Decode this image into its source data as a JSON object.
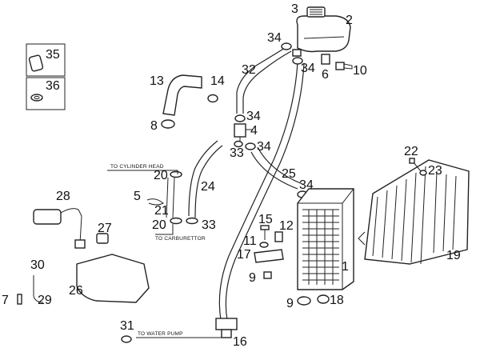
{
  "part_numbers": {
    "p1": "1",
    "p2": "2",
    "p3": "3",
    "p4": "4",
    "p5": "5",
    "p6": "6",
    "p7": "7",
    "p8": "8",
    "p9a": "9",
    "p9b": "9",
    "p10": "10",
    "p11": "11",
    "p12": "12",
    "p13": "13",
    "p14": "14",
    "p15": "15",
    "p16": "16",
    "p17": "17",
    "p18": "18",
    "p19": "19",
    "p20a": "20",
    "p20b": "20",
    "p21": "21",
    "p22": "22",
    "p23": "23",
    "p24": "24",
    "p25": "25",
    "p26": "26",
    "p27": "27",
    "p28": "28",
    "p29": "29",
    "p30": "30",
    "p31": "31",
    "p32": "32",
    "p33a": "33",
    "p33b": "33",
    "p34a": "34",
    "p34b": "34",
    "p34c": "34",
    "p34d": "34",
    "p34e": "34",
    "p35": "35",
    "p36": "36"
  },
  "annotations": {
    "cylinder_head": "TO CYLINDER HEAD",
    "carburettor": "TO CARBURETTOR",
    "water_pump": "TO WATER PUMP"
  },
  "icons": {
    "radiator": "radiator-icon",
    "expansion_tank": "expansion-tank-icon",
    "radiator_grille": "grille-icon"
  }
}
